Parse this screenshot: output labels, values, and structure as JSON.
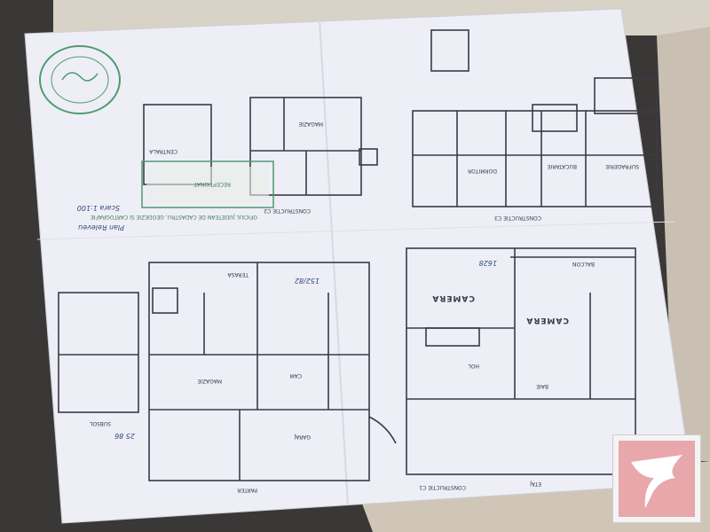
{
  "labels": {
    "sheet_left_top": "CONSTRUCTIE C2",
    "sheet_right_top": "CONSTRUCTIE C3",
    "sheet_left_bottom": "PARTER",
    "sheet_right_bottom": "ETAJ",
    "subsol": "SUBSOL",
    "construction_c1": "CONSTRUCTIE C1",
    "stamp_office": "OFICIUL JUDETEAN DE CADASTRU, GEODEZIE SI CARTOGRAFIE",
    "stamp_receptionat": "RECEPTIONAT",
    "handwritten_title": "Plan Releveu",
    "handwritten_scale": "Scara 1:100",
    "handwritten_number_a": "152/82",
    "handwritten_number_b": "1628",
    "handwritten_number_c": "25 86",
    "room_camera": "CAMERA",
    "room_hol": "HOL",
    "room_magazie": "MAGAZIE",
    "room_cam": "CAM",
    "room_baie": "BAIE",
    "room_terasa": "TERASA",
    "room_balcon": "BALCON",
    "room_garaj": "GARAJ",
    "room_centrala": "CENTRALA",
    "room_bucatarie": "BUCATARIE",
    "room_sufragerie": "SUFRAGERIE",
    "room_dormitor": "DORMITOR"
  },
  "colors": {
    "background": "#3a3836",
    "paper": "#eeeef6",
    "paper_shadow": "#d8d4d4",
    "ink": "#3a3a48",
    "stamp_green": "#4f9a6e",
    "logo_pink": "#e8a7aa"
  }
}
